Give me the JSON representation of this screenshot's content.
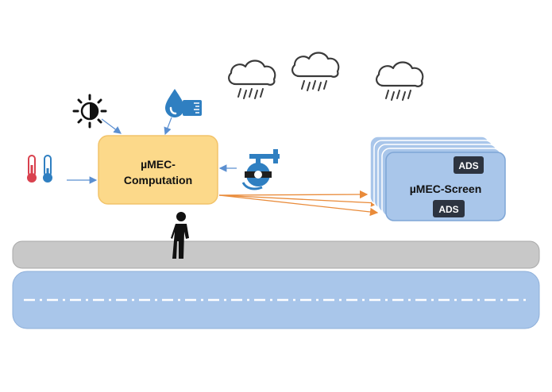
{
  "computation": {
    "label_line1": "µMEC-",
    "label_line2": "Computation"
  },
  "screen": {
    "label": "µMEC-Screen",
    "ads_top": "ADS",
    "ads_bottom": "ADS"
  },
  "icons": {
    "clouds": [
      "rain-cloud-icon",
      "rain-cloud-icon",
      "rain-cloud-icon"
    ],
    "sensors": [
      "brightness-icon",
      "humidity-icon",
      "thermometer-icon",
      "camera-icon"
    ],
    "person": "pedestrian-icon"
  },
  "colors": {
    "computation_fill": "#fcd98a",
    "screen_fill": "#a9c6ea",
    "screen_stroke": "#7fa6d6",
    "road_top": "#c8c8c8",
    "road_bottom": "#a9c6ea",
    "arrow_blue": "#5b8fd0",
    "arrow_orange": "#e98b3a",
    "ads_fill": "#2d3440",
    "drop_blue": "#2f7fc1",
    "thermo_red": "#d9414e"
  }
}
